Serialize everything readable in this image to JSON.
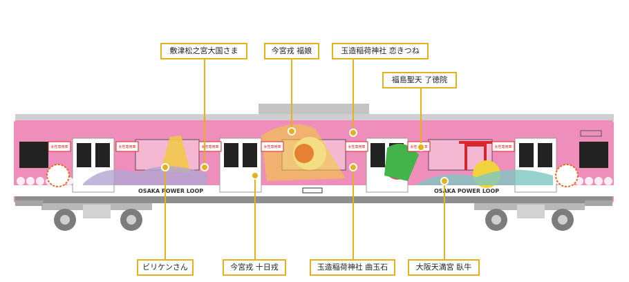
{
  "train": {
    "loop_label_left": "OSAKA POWER LOOP",
    "loop_label_right": "OSAKA POWER LOOP",
    "women_only_sign": "女性専用車"
  },
  "labels": {
    "shikitsumatsu": "敷津松之宮大国さま",
    "imamiya_fukumusume": "今宮戎 福娘",
    "tamatsukuri_koikitsune": "玉造稲荷神社 恋きつね",
    "fukushima_ryotokuin": "福島聖天 了徳院",
    "billiken": "ビリケンさん",
    "imamiya_tokaebisu": "今宮戎 十日戎",
    "tamatsukuri_kyokudama": "玉造稲荷神社 曲玉石",
    "tenmangu_gagyu": "大阪天満宮 臥牛"
  },
  "colors": {
    "body_pink": "#ef8dbb",
    "accent_gold": "#e5b11b",
    "roof_gray": "#c9c9c9"
  }
}
